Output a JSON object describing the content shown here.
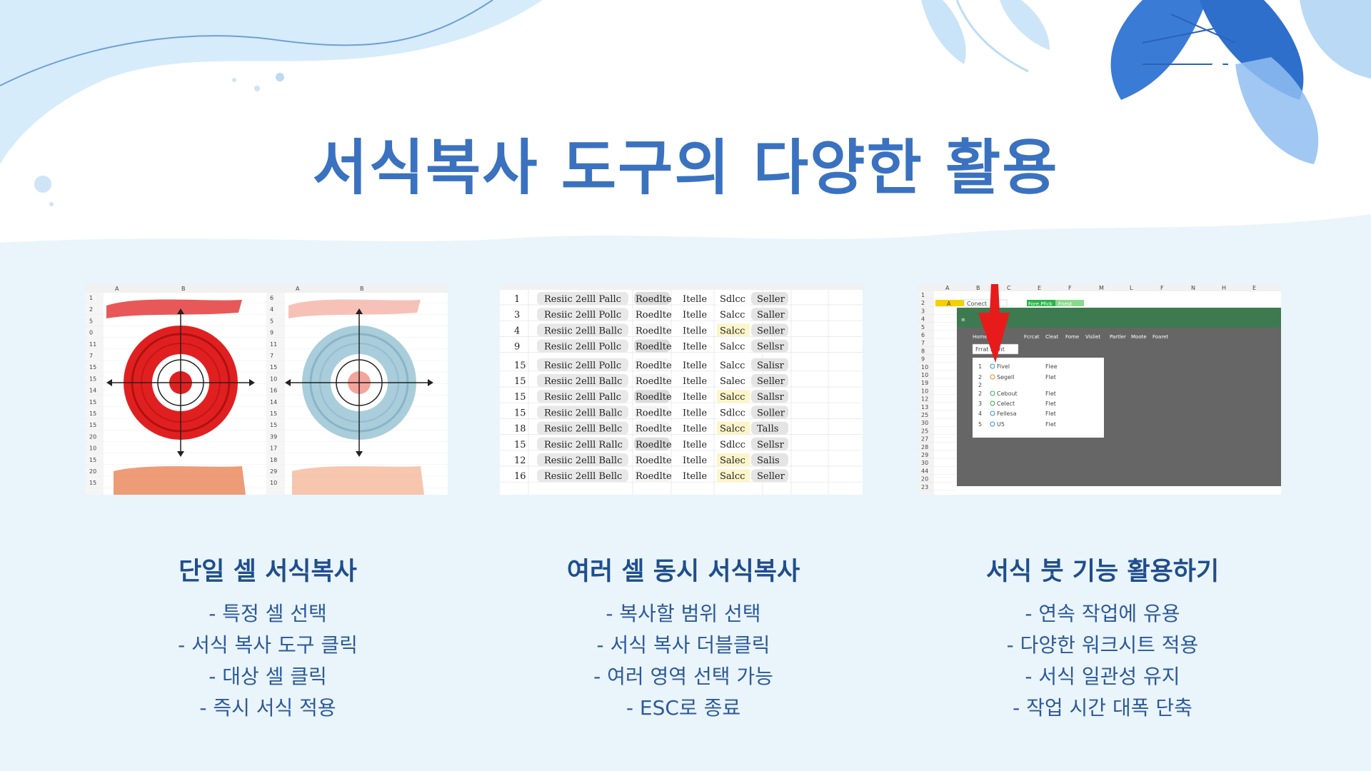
{
  "title": "서식복사 도구의 다양한 활용",
  "colors": {
    "title": "#3a72c0",
    "heading": "#1f4e8c",
    "bullet": "#2c5a9a",
    "background": "#eaf4fb"
  },
  "columns": [
    {
      "heading": "단일 셀 서식복사",
      "bullets": [
        "- 특정 셀 선택",
        "- 서식 복사 도구 클릭",
        "- 대상 셀 클릭",
        "- 즉시 서식 적용"
      ],
      "image": {
        "header_letters": [
          "A",
          "B",
          "A",
          "B"
        ],
        "left_rows": [
          "1",
          "2",
          "5",
          "0",
          "11",
          "7",
          "15",
          "15",
          "14",
          "15",
          "15",
          "15",
          "20",
          "10",
          "15",
          "20",
          "15"
        ],
        "right_rows": [
          "6",
          "4",
          "5",
          "9",
          "11",
          "7",
          "15",
          "10",
          "16",
          "14",
          "15",
          "15",
          "39",
          "17",
          "18",
          "29",
          "10"
        ]
      }
    },
    {
      "heading": "여러 셀 동시 서식복사",
      "bullets": [
        "- 복사할 범위 선택",
        "- 서식 복사 더블클릭",
        "- 여러 영역 선택 가능",
        "- ESC로 종료"
      ],
      "image": {
        "rows": [
          [
            "1",
            "Resiic 2elll Pallc",
            "Roedlte",
            "Itelle",
            "Sdlcc",
            "Seller"
          ],
          [
            "3",
            "Resiic 2elll Pollc",
            "Roedlte",
            "Itelle",
            "Salcc",
            "Saller"
          ],
          [
            "4",
            "Resiic 2elll Ballc",
            "Roedlte",
            "Itelle",
            "Salcc",
            "Seller"
          ],
          [
            "9",
            "Resiic 2elll Pollc",
            "Roedlte",
            "Itelle",
            "Salcc",
            "Sellsr"
          ],
          [
            "15",
            "Resiic 2elll Pollc",
            "Roedlte",
            "Itelle",
            "Salcc",
            "Salisr"
          ],
          [
            "15",
            "Resiic 2elll Ballc",
            "Roedlte",
            "Itelle",
            "Salec",
            "Seller"
          ],
          [
            "15",
            "Resiic 2elll Pallc",
            "Roedlte",
            "Itelle",
            "Salcc",
            "Sallsr"
          ],
          [
            "15",
            "Resiic 2elll Ballc",
            "Roedlte",
            "Itelle",
            "Sdlcc",
            "Soller"
          ],
          [
            "18",
            "Resiic 2elll Bellc",
            "Roedlte",
            "Itelle",
            "Salcc",
            "Talls"
          ],
          [
            "15",
            "Resiic 2elll Rallc",
            "Roedlte",
            "Itelle",
            "Sdlcc",
            "Sellsr"
          ],
          [
            "12",
            "Resiic 2elll Ballc",
            "Roedlte",
            "Itelle",
            "Salec",
            "Salis"
          ],
          [
            "16",
            "Resiic 2elll Bellc",
            "Roedlte",
            "Itelle",
            "Salcc",
            "Seller"
          ]
        ]
      }
    },
    {
      "heading": "서식 붓 기능 활용하기",
      "bullets": [
        "- 연속 작업에 유용",
        "- 다양한 워크시트 적용",
        "- 서식 일관성 유지",
        "- 작업 시간 대폭 단축"
      ],
      "image": {
        "header_letters": [
          "A",
          "B",
          "C",
          "E",
          "F",
          "M",
          "L",
          "F",
          "N",
          "H",
          "E"
        ],
        "row_numbers": [
          "1",
          "2",
          "3",
          "4",
          "5",
          "6",
          "7",
          "8",
          "9",
          "10",
          "10",
          "19",
          "10",
          "12",
          "13",
          "25",
          "30",
          "25",
          "27",
          "28",
          "29",
          "30",
          "44",
          "20",
          "23"
        ],
        "cell_labels": [
          "A",
          "Conect",
          "Fore.Pfick",
          "Fnest"
        ],
        "ribbon": [
          "Home",
          "Fcrcat",
          "Cleat",
          "Fome",
          "Visliet",
          "Partler",
          "Moote",
          "Foaret"
        ],
        "painter_label": "Frrat Paint",
        "menu_items": [
          [
            "1",
            "Fivel",
            "Flee"
          ],
          [
            "2",
            "Segell",
            "Flet"
          ],
          [
            "2",
            "",
            ""
          ],
          [
            "2",
            "Cebout",
            "Flet"
          ],
          [
            "3",
            "Celect",
            "Flet"
          ],
          [
            "4",
            "Fellesa",
            "Flet"
          ],
          [
            "5",
            "U5",
            "Flet"
          ]
        ]
      }
    }
  ]
}
